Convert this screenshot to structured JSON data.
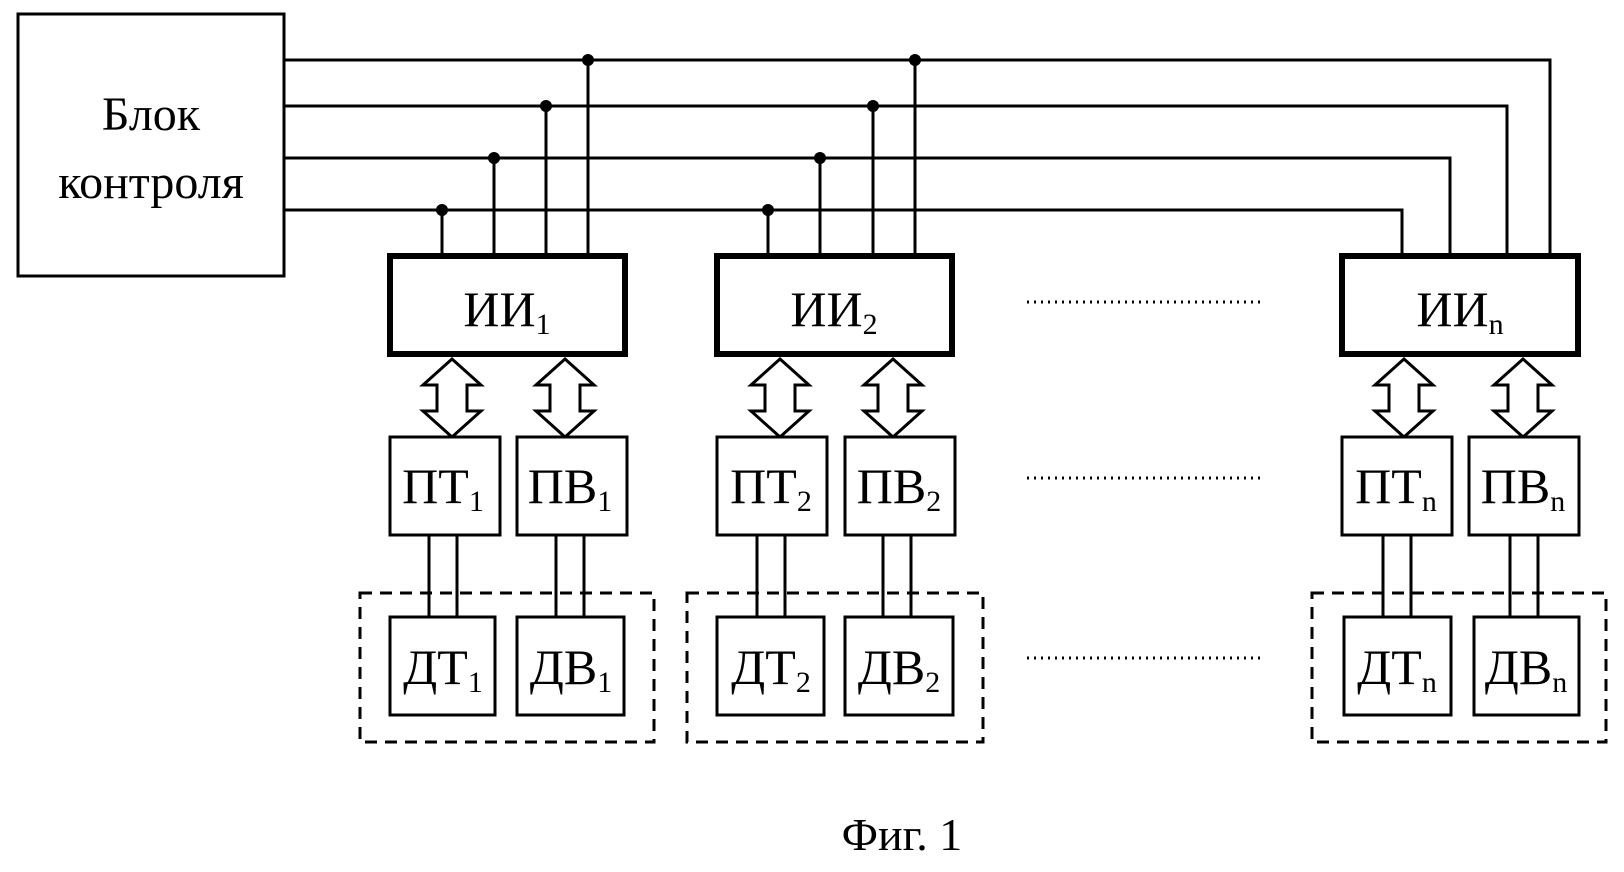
{
  "control_block": {
    "line1": "Блок",
    "line2": "контроля"
  },
  "ii_prefix": "ИИ",
  "pt_prefix": "ПТ",
  "pv_prefix": "ПВ",
  "dt_prefix": "ДТ",
  "dv_prefix": "ДВ",
  "subscripts": [
    "1",
    "2",
    "n"
  ],
  "caption": "Фиг. 1"
}
